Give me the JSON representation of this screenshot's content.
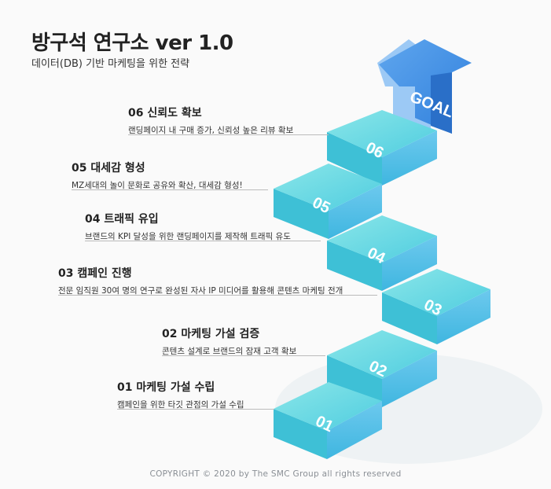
{
  "header": {
    "title": "방구석 연구소 ver 1.0",
    "subtitle": "데이터(DB) 기반 마케팅을 위한 전략"
  },
  "goal_label": "GOAL",
  "steps": [
    {
      "number_label": "01",
      "heading": "01 마케팅 가설 수립",
      "desc": "캠페인을 위한 타깃 관점의 가설 수립"
    },
    {
      "number_label": "02",
      "heading": "02 마케팅 가설 검증",
      "desc": "콘텐츠 설계로 브랜드의 잠재 고객 확보"
    },
    {
      "number_label": "03",
      "heading": "03 캠페인 진행",
      "desc": "전문 임직원 30여 명의 연구로 완성된 자사 IP 미디어를 활용해 콘텐츠 마케팅 전개"
    },
    {
      "number_label": "04",
      "heading": "04 트래픽 유입",
      "desc": "브랜드의 KPI 달성을 위한 랜딩페이지를 제작해 트래픽 유도"
    },
    {
      "number_label": "05",
      "heading": "05 대세감 형성",
      "desc": "MZ세대의 놀이 문화로 공유와 확산, 대세감 형성!"
    },
    {
      "number_label": "06",
      "heading": "06 신뢰도 확보",
      "desc": "랜딩페이지 내 구매 증가, 신뢰성 높은 리뷰 확보"
    }
  ],
  "colors": {
    "tread_top": "#5fd6dc",
    "tread_light": "#8ae6e8",
    "riser_left": "#3ec0d6",
    "riser_front": "#69c5ec",
    "arrow": "#3f8fe6",
    "arrow_light": "#77b7f2",
    "number_text": "#ffffff"
  },
  "footer": {
    "copyright": "COPYRIGHT © 2020 by The SMC Group all rights reserved"
  }
}
